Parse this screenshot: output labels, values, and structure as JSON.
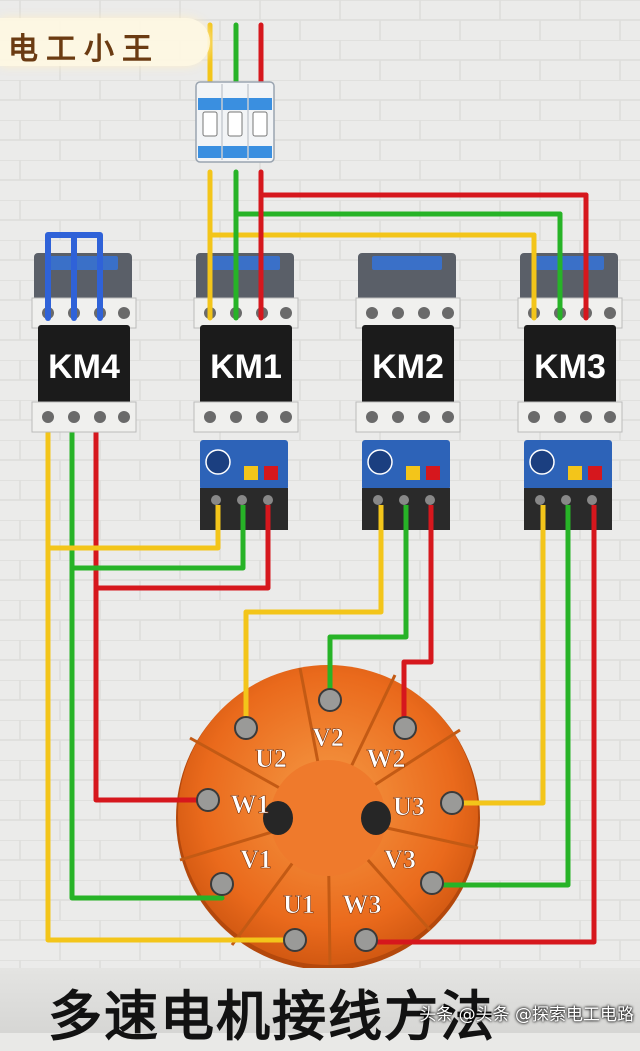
{
  "brand": {
    "text": "电工小王"
  },
  "diagram": {
    "contactors": [
      {
        "label": "KM4"
      },
      {
        "label": "KM1"
      },
      {
        "label": "KM2"
      },
      {
        "label": "KM3"
      }
    ],
    "motor_terminals": [
      "U2",
      "V2",
      "W2",
      "W1",
      "U3",
      "V1",
      "V3",
      "U1",
      "W3"
    ],
    "wire_colors": {
      "L1_yellow": "#f3c51a",
      "L2_green": "#27b327",
      "L3_red": "#d6171d"
    },
    "accent_colors": {
      "contactor_body": "#1b1b1b",
      "overload_relay": "#2d63b8",
      "motor": "#ee6a1f",
      "breaker": "#3a8fe0"
    }
  },
  "title": {
    "text": "多速电机接线方法"
  },
  "watermark": {
    "text": "头条 @头条 @探索电工电路"
  }
}
